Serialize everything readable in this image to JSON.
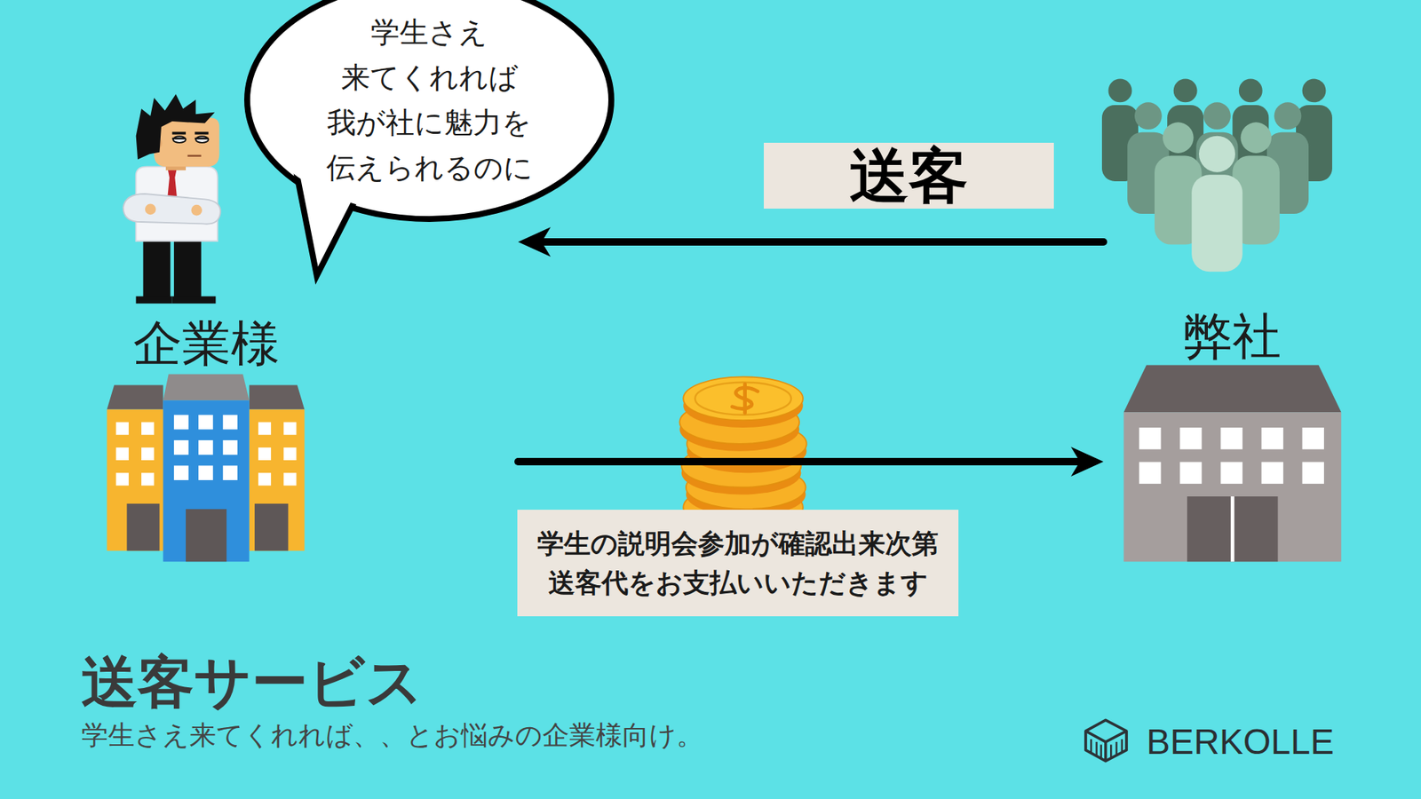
{
  "diagram": {
    "title": "送客サービス",
    "caption": "学生さえ来てくれれば、、とお悩みの企業様向け。",
    "nodes": [
      {
        "text": [
          "学生さえ 来てくれれば 我が社に魅力を 伝えられるのに"
        ]
      },
      {
        "text": [
          "企業様"
        ]
      },
      {
        "text": [
          "弊社"
        ]
      }
    ],
    "edges": [
      {
        "from": 2,
        "to": 1,
        "arrow": "to",
        "label": "送客"
      },
      {
        "from": 1,
        "to": 2,
        "arrow": "to",
        "label": "学生の説明会参加が確認出来次第 送客代をお支払いいただきます"
      }
    ],
    "labels": [
      "BERKOLLE"
    ]
  }
}
